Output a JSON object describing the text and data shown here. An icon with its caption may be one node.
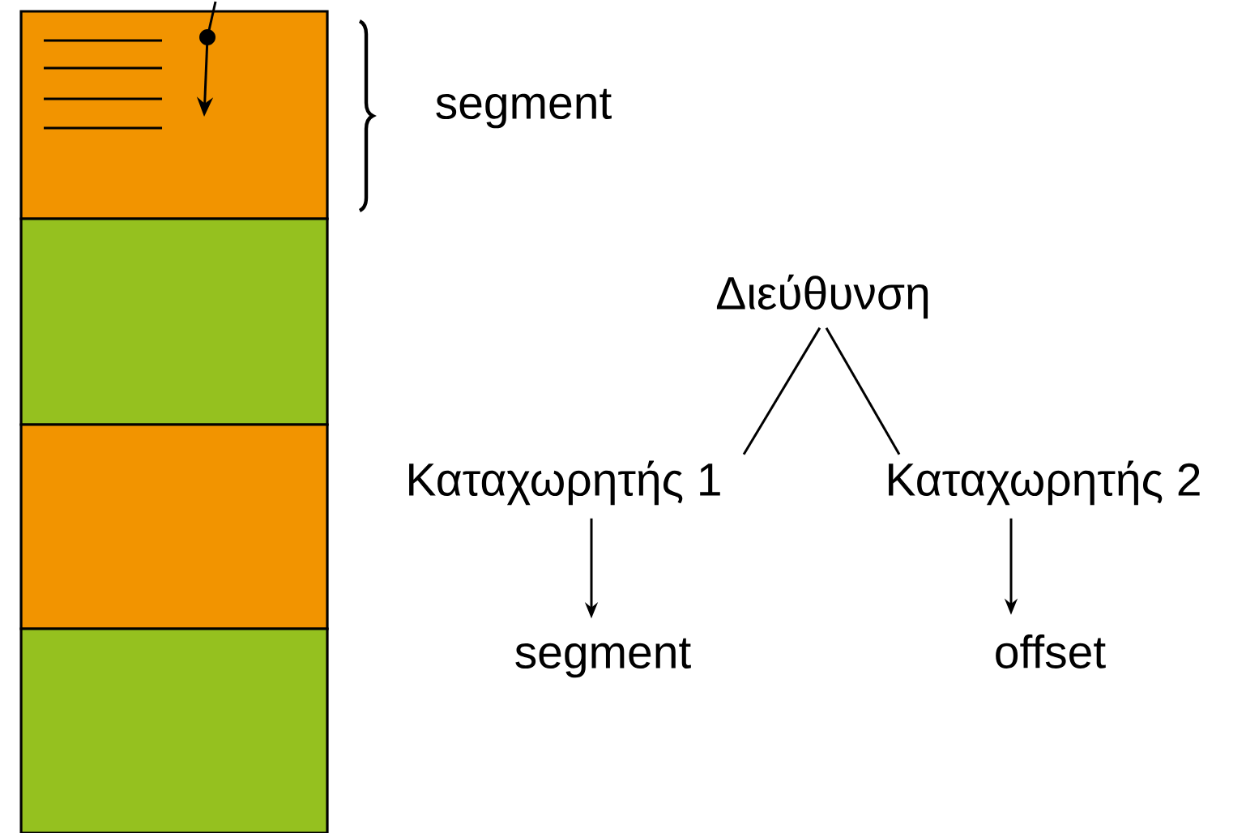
{
  "diagram": {
    "nodes": [
      {
        "text": [],
        "shape": "box"
      },
      {
        "text": [],
        "shape": "box"
      },
      {
        "text": [],
        "shape": "box"
      },
      {
        "text": [],
        "shape": "box"
      },
      {
        "text": [
          "Διεύθυνση"
        ]
      },
      {
        "text": [
          "Καταχωρητής 1"
        ]
      },
      {
        "text": [
          "Καταχωρητής 2"
        ]
      },
      {
        "text": [
          "segment"
        ]
      },
      {
        "text": [
          "offset"
        ]
      }
    ],
    "edges": [
      {
        "from": 4,
        "to": 5,
        "arrow": "none"
      },
      {
        "from": 4,
        "to": 6,
        "arrow": "none"
      },
      {
        "from": 5,
        "to": 7,
        "arrow": "to"
      },
      {
        "from": 6,
        "to": 8,
        "arrow": "to"
      }
    ],
    "labels": [
      "segment"
    ]
  }
}
